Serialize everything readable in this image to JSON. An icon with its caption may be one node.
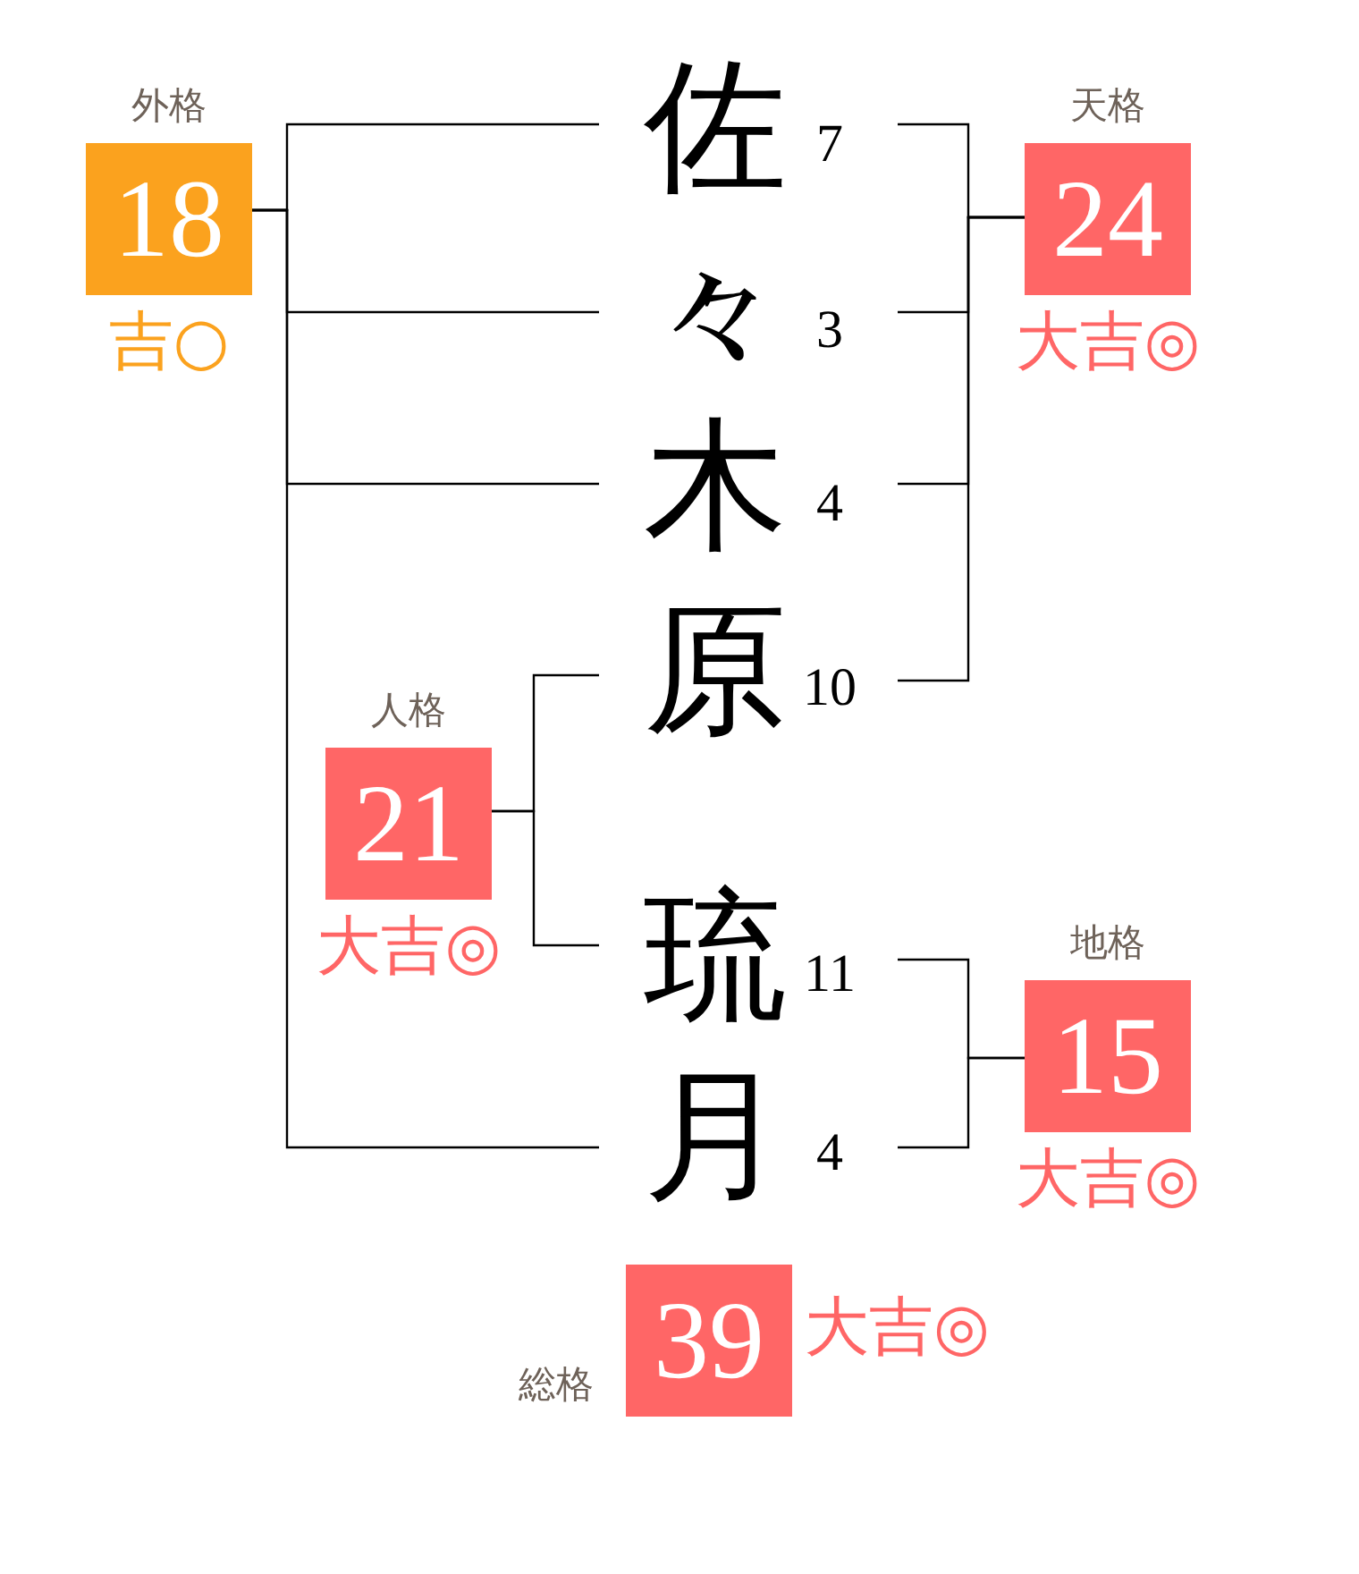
{
  "diagram": {
    "nodes": [
      {
        "text": [
          "外格",
          "18"
        ],
        "beside": [
          "吉○"
        ]
      },
      {
        "text": [
          "佐"
        ],
        "beside": [
          "7"
        ]
      },
      {
        "text": [
          "天格",
          "24"
        ],
        "beside": [
          "大吉◎"
        ]
      },
      {
        "text": [
          "々"
        ],
        "beside": [
          "3"
        ]
      },
      {
        "text": [
          "木"
        ],
        "beside": [
          "4"
        ]
      },
      {
        "text": [
          "原"
        ],
        "beside": [
          "10"
        ]
      },
      {
        "text": [
          "人格",
          "21"
        ],
        "beside": [
          "大吉◎"
        ]
      },
      {
        "text": [
          "琉"
        ],
        "beside": [
          "11"
        ]
      },
      {
        "text": [
          "地格",
          "15"
        ],
        "beside": [
          "大吉◎"
        ]
      },
      {
        "text": [
          "月"
        ],
        "beside": [
          "4"
        ]
      },
      {
        "text": [
          "総格",
          "39"
        ],
        "beside": [
          "大吉◎"
        ]
      }
    ],
    "edges": [
      {
        "from": 1,
        "to": 0,
        "arrow": "none"
      },
      {
        "from": 3,
        "to": 0,
        "arrow": "none"
      },
      {
        "from": 4,
        "to": 0,
        "arrow": "none"
      },
      {
        "from": 9,
        "to": 0,
        "arrow": "none"
      },
      {
        "from": 1,
        "to": 2,
        "arrow": "none"
      },
      {
        "from": 3,
        "to": 2,
        "arrow": "none"
      },
      {
        "from": 4,
        "to": 2,
        "arrow": "none"
      },
      {
        "from": 5,
        "to": 2,
        "arrow": "none"
      },
      {
        "from": 5,
        "to": 6,
        "arrow": "none"
      },
      {
        "from": 7,
        "to": 6,
        "arrow": "none"
      },
      {
        "from": 7,
        "to": 8,
        "arrow": "none"
      },
      {
        "from": 9,
        "to": 8,
        "arrow": "none"
      }
    ]
  }
}
